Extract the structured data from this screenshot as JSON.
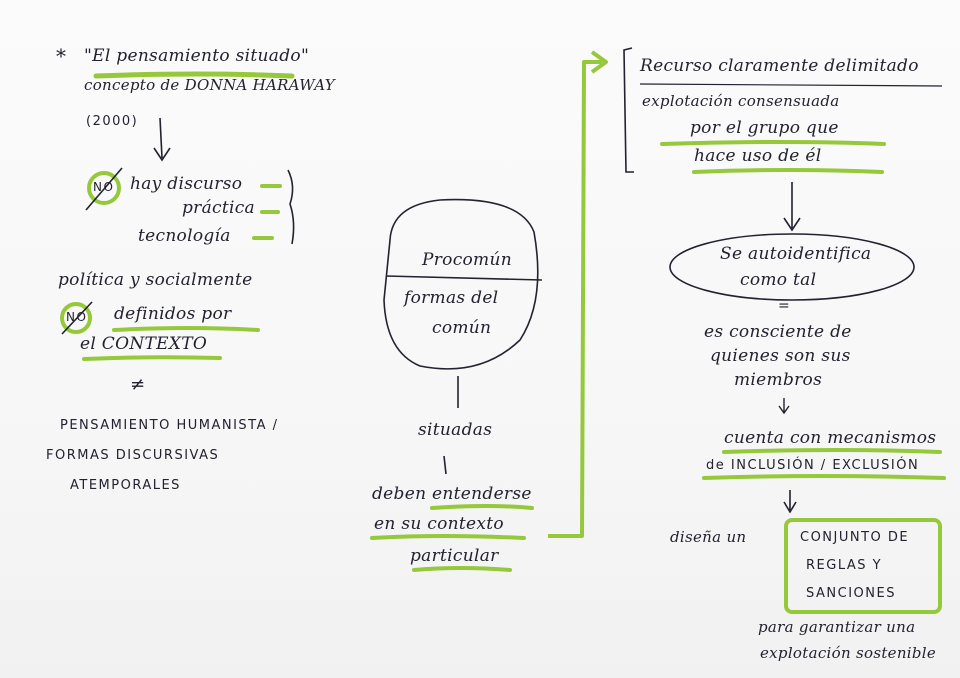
{
  "colors": {
    "ink": "#222230",
    "highlight": "#96c83c",
    "paper": "#f8f8f8"
  },
  "left": {
    "star": "*",
    "concept_title": "\"El pensamiento situado\"",
    "concept_line2": "concepto de DONNA HARAWAY",
    "year": "(2000)",
    "no_1": "NO",
    "list_1": "hay discurso",
    "list_2": "práctica",
    "list_3": "tecnología",
    "politica": "política y socialmente",
    "no_2": "NO",
    "definidos": "definidos por",
    "contexto": "el CONTEXTO",
    "not_equal": "≠",
    "humanista_1": "PENSAMIENTO HUMANISTA /",
    "humanista_2": "FORMAS DISCURSIVAS",
    "humanista_3": "ATEMPORALES"
  },
  "center": {
    "procomun": "Procomún",
    "formas_1": "formas del",
    "formas_2": "común",
    "situadas": "situadas",
    "deben_1": "deben entenderse",
    "deben_2": "en su contexto",
    "deben_3": "particular"
  },
  "right": {
    "recurso_1": "Recurso claramente delimitado",
    "recurso_2": "explotación consensuada",
    "recurso_3": "por el grupo que",
    "recurso_4": "hace uso de él",
    "autoidentifica_1": "Se autoidentifica",
    "autoidentifica_2": "como tal",
    "equals": "=",
    "consciente_1": "es consciente de",
    "consciente_2": "quienes son sus",
    "consciente_3": "miembros",
    "cuenta_1": "cuenta con mecanismos",
    "cuenta_2": "de INCLUSIÓN / EXCLUSIÓN",
    "disena": "diseña un",
    "conjunto_1": "CONJUNTO DE",
    "conjunto_2": "REGLAS Y",
    "conjunto_3": "SANCIONES",
    "garantizar_1": "para garantizar una",
    "garantizar_2": "explotación sostenible"
  }
}
